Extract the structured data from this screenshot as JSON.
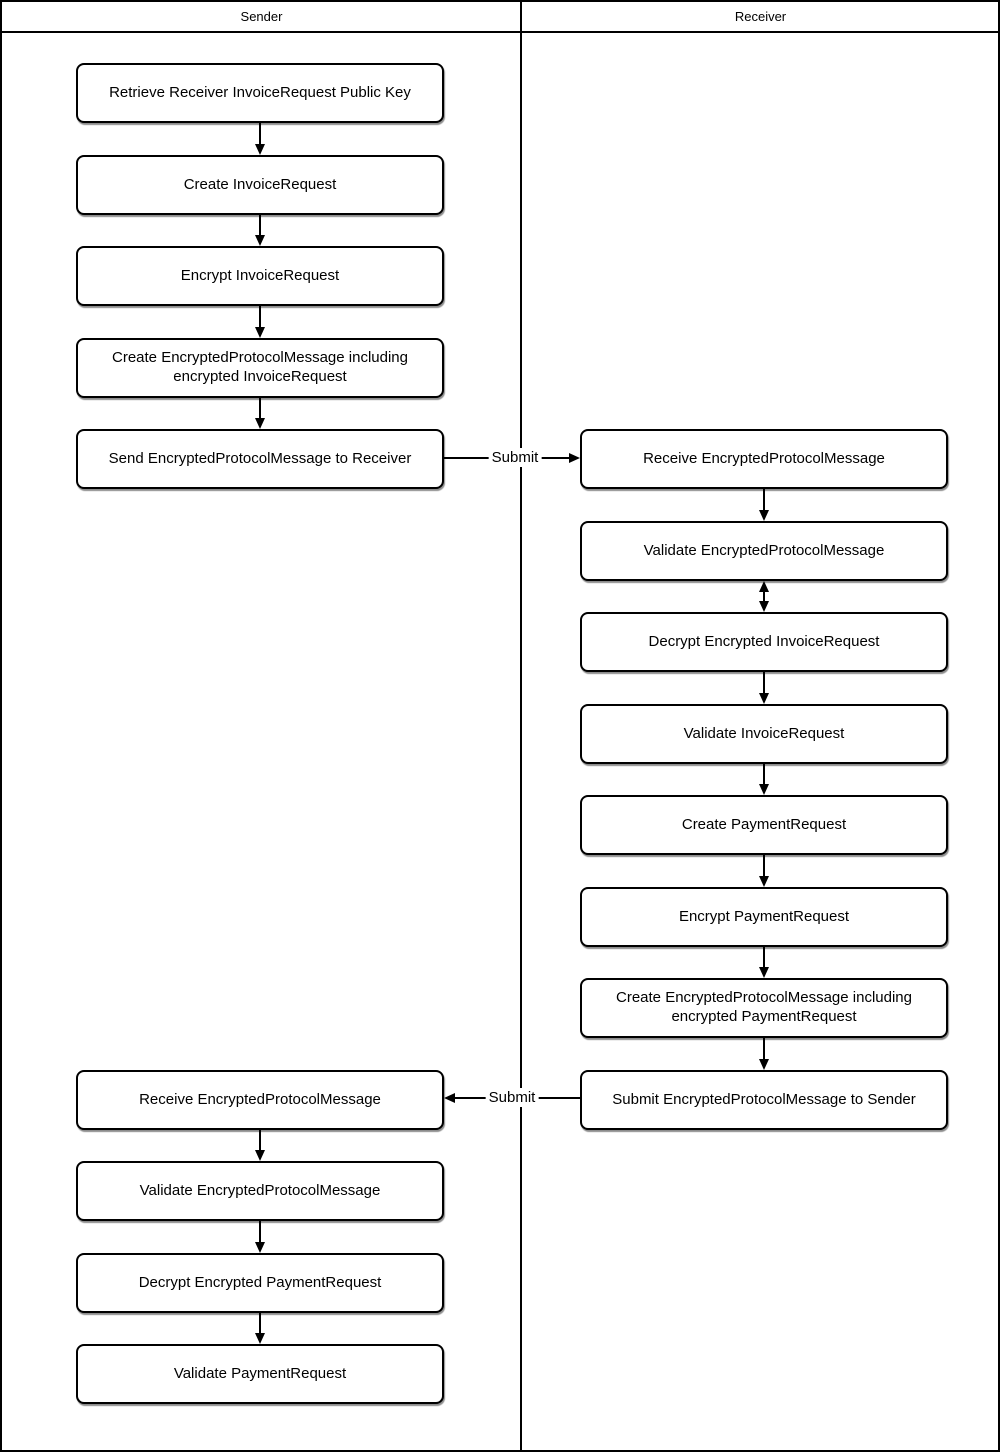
{
  "diagram": {
    "lanes": [
      {
        "title": "Sender"
      },
      {
        "title": "Receiver"
      }
    ],
    "sender_steps": [
      {
        "label": "Retrieve Receiver InvoiceRequest Public Key"
      },
      {
        "label": "Create InvoiceRequest"
      },
      {
        "label": "Encrypt InvoiceRequest"
      },
      {
        "label": "Create EncryptedProtocolMessage including encrypted InvoiceRequest"
      },
      {
        "label": "Send EncryptedProtocolMessage to Receiver"
      },
      {
        "label": "Receive EncryptedProtocolMessage"
      },
      {
        "label": "Validate EncryptedProtocolMessage"
      },
      {
        "label": "Decrypt Encrypted PaymentRequest"
      },
      {
        "label": "Validate PaymentRequest"
      }
    ],
    "receiver_steps": [
      {
        "label": "Receive EncryptedProtocolMessage"
      },
      {
        "label": "Validate EncryptedProtocolMessage"
      },
      {
        "label": "Decrypt Encrypted InvoiceRequest"
      },
      {
        "label": "Validate InvoiceRequest"
      },
      {
        "label": "Create PaymentRequest"
      },
      {
        "label": "Encrypt PaymentRequest"
      },
      {
        "label": "Create EncryptedProtocolMessage including encrypted PaymentRequest"
      },
      {
        "label": "Submit EncryptedProtocolMessage to Sender"
      }
    ],
    "edges": [
      {
        "label": "Submit"
      },
      {
        "label": "Submit"
      }
    ],
    "colors": {
      "line": "#000000",
      "shape_fill": "#ffffff",
      "text": "#000000",
      "background": "#ffffff"
    }
  }
}
